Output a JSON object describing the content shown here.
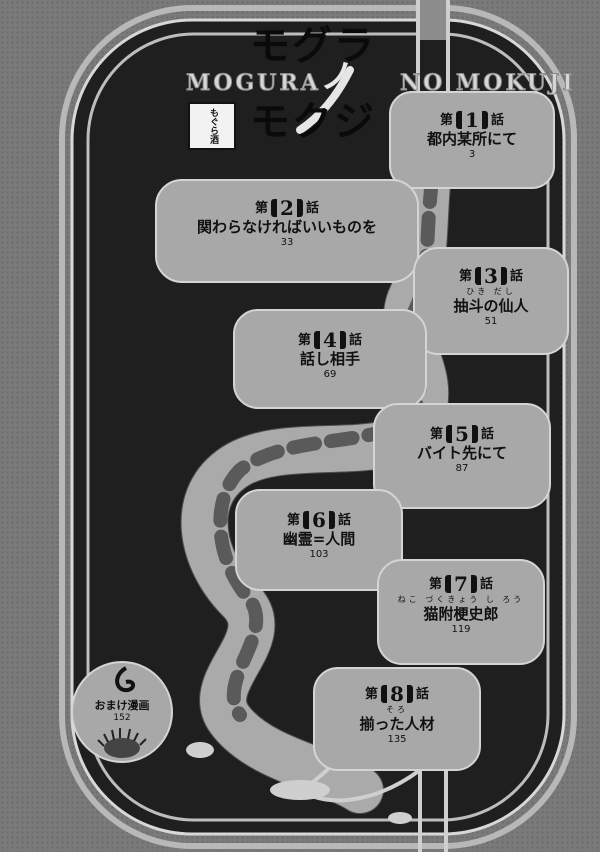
{
  "title": {
    "line1": "モグラ",
    "slash": "ノ",
    "line2": "モクジ",
    "roman_left": "MOGURA",
    "roman_right": "NO MOKUJI"
  },
  "seal": {
    "text": "もぐら酒"
  },
  "chapters": [
    {
      "prefix": "第",
      "num": "1",
      "suffix": "話",
      "ruby": "",
      "title": "都内某所にて",
      "page": "3"
    },
    {
      "prefix": "第",
      "num": "2",
      "suffix": "話",
      "ruby": "",
      "title": "関わらなければいいものを",
      "page": "33"
    },
    {
      "prefix": "第",
      "num": "3",
      "suffix": "話",
      "ruby": "ひき だし",
      "title": "抽斗の仙人",
      "page": "51"
    },
    {
      "prefix": "第",
      "num": "4",
      "suffix": "話",
      "ruby": "",
      "title": "話し相手",
      "page": "69"
    },
    {
      "prefix": "第",
      "num": "5",
      "suffix": "話",
      "ruby": "",
      "title": "バイト先にて",
      "page": "87"
    },
    {
      "prefix": "第",
      "num": "6",
      "suffix": "話",
      "ruby": "",
      "title": "幽霊=人間",
      "page": "103"
    },
    {
      "prefix": "第",
      "num": "7",
      "suffix": "話",
      "ruby": "ねこ づくきょう し ろう",
      "title": "猫附梗史郎",
      "page": "119"
    },
    {
      "prefix": "第",
      "num": "8",
      "suffix": "話",
      "ruby": "そろ",
      "title": "揃った人材",
      "page": "135"
    }
  ],
  "bonus": {
    "label": "おまけ漫画",
    "page": "152"
  },
  "colors": {
    "bg": "#7a7a7a",
    "frame": "#1e1e1e",
    "box": "#a6a6a6",
    "tube": "#9d9d9d"
  }
}
